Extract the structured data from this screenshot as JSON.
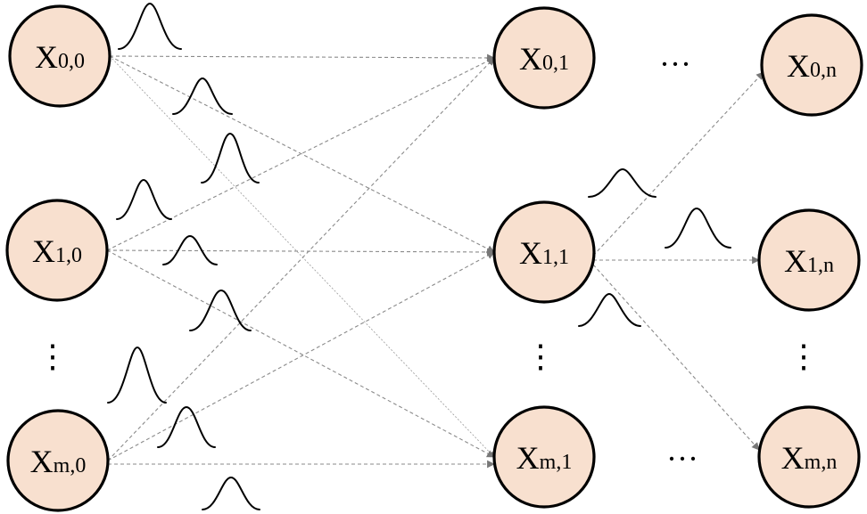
{
  "diagram": {
    "nodes": [
      {
        "id": "x00",
        "base": "X",
        "sub": "0,0"
      },
      {
        "id": "x10",
        "base": "X",
        "sub": "1,0"
      },
      {
        "id": "xm0",
        "base": "X",
        "sub": "m,0"
      },
      {
        "id": "x01",
        "base": "X",
        "sub": "0,1"
      },
      {
        "id": "x11",
        "base": "X",
        "sub": "1,1"
      },
      {
        "id": "xm1",
        "base": "X",
        "sub": "m,1"
      },
      {
        "id": "x0n",
        "base": "X",
        "sub": "0,n"
      },
      {
        "id": "x1n",
        "base": "X",
        "sub": "1,n"
      },
      {
        "id": "xmn",
        "base": "X",
        "sub": "m,n"
      }
    ],
    "ellipses": {
      "col0": "⋮",
      "col1": "⋮",
      "coln": "⋮",
      "row0": "···",
      "rowm": "···"
    }
  }
}
